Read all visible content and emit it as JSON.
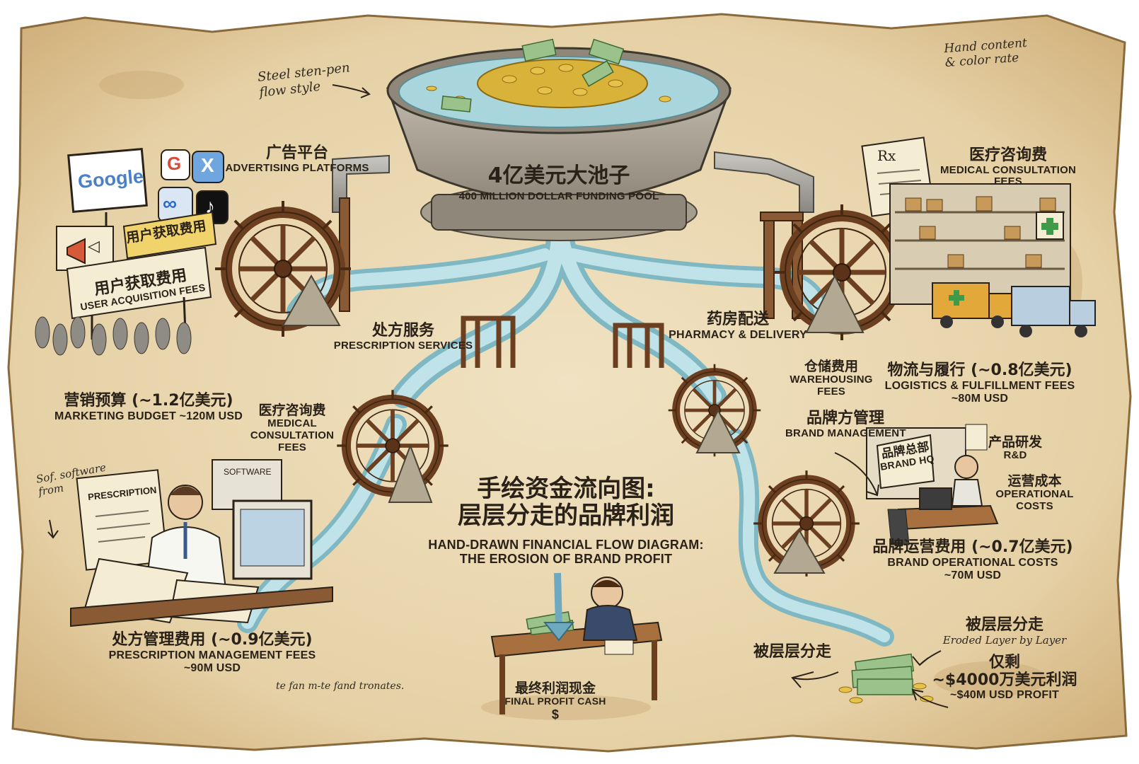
{
  "pool": {
    "title_zh": "4亿美元大池子",
    "title_en": "400 MILLION DOLLAR FUNDING POOL"
  },
  "title": {
    "zh_line1": "手绘资金流向图:",
    "zh_line2": "层层分走的品牌利润",
    "en_line1": "HAND-DRAWN FINANCIAL FLOW DIAGRAM:",
    "en_line2": "THE EROSION OF BRAND PROFIT"
  },
  "handnotes": {
    "steel_pen": "Steel sten-pen\nflow style",
    "hand_content": "Hand content\n& color rate",
    "software": "Sof. software\nfrom",
    "bottom_scribble": "te fan m-te fand tronates."
  },
  "advertising": {
    "zh": "广告平台",
    "en": "ADVERTISING PLATFORMS"
  },
  "google_sign": "Google",
  "user_acq": {
    "sign_zh": "用户获取费用",
    "zh": "用户获取费用",
    "en": "USER ACQUISITION FEES"
  },
  "marketing": {
    "zh": "营销预算 (~1.2亿美元)",
    "en": "MARKETING BUDGET ~120M USD"
  },
  "prescription_services": {
    "zh": "处方服务",
    "en": "PRESCRIPTION SERVICES"
  },
  "medical_left": {
    "zh": "医疗咨询费",
    "en": "MEDICAL\nCONSULTATION\nFEES"
  },
  "prescription_mgmt": {
    "zh": "处方管理费用 (~0.9亿美元)",
    "en": "PRESCRIPTION MANAGEMENT FEES",
    "usd": "~90M USD"
  },
  "medical_right": {
    "zh": "医疗咨询费",
    "en": "MEDICAL CONSULTATION\nFEES"
  },
  "pharmacy": {
    "zh": "药房配送",
    "en": "PHARMACY & DELIVERY"
  },
  "warehousing": {
    "zh": "仓储费用",
    "en": "WAREHOUSING\nFEES"
  },
  "logistics": {
    "zh": "物流与履行 (~0.8亿美元)",
    "en": "LOGISTICS & FULFILLMENT FEES",
    "usd": "~80M USD"
  },
  "brand_mgmt": {
    "zh": "品牌方管理",
    "en": "BRAND MANAGEMENT"
  },
  "brand_hq": {
    "zh": "品牌总部",
    "en": "BRAND HQ"
  },
  "rnd": {
    "zh": "产品研发",
    "en": "R&D"
  },
  "opcost": {
    "zh": "运营成本",
    "en": "OPERATIONAL\nCOSTS"
  },
  "brand_ops": {
    "zh": "品牌运营费用 (~0.7亿美元)",
    "en": "BRAND OPERATIONAL COSTS",
    "usd": "~70M USD"
  },
  "eroded_left": "被层层分走",
  "eroded_right": {
    "zh": "被层层分走",
    "en": "Eroded Layer by Layer"
  },
  "remaining": {
    "zh1": "仅剩",
    "zh2": "~$4000万美元利润",
    "en": "~$40M USD PROFIT"
  },
  "final_cash": {
    "zh": "最终利润现金",
    "en": "FINAL PROFIT CASH",
    "symbol": "$"
  },
  "prescription_doc": "PRESCRIPTION",
  "software_label": "SOFTWARE",
  "rx": "Rx",
  "colors": {
    "paper": "#ead9b4",
    "water": "#a9d6dc",
    "wood": "#7a4a28",
    "ink": "#2a2218",
    "gold": "#d9b23a"
  },
  "icons": [
    "google-g-icon",
    "x-icon",
    "meta-icon",
    "tiktok-icon",
    "megaphone-icon",
    "rx-icon",
    "medical-cross-icon",
    "down-arrow-icon",
    "dollar-icon"
  ]
}
